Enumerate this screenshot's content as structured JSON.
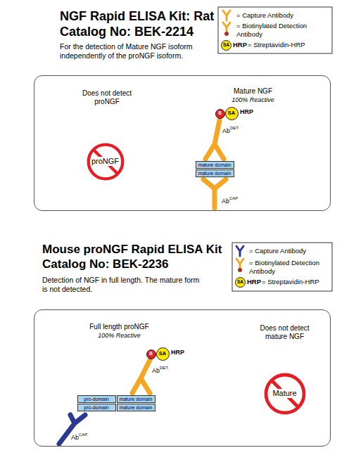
{
  "diagram": {
    "nodes": [
      {
        "text": [
          "SA"
        ]
      },
      {
        "text": [
          "Does not detect proNGF",
          "Mature NGF",
          "100% Reactive"
        ]
      },
      {
        "text": [
          "proNGF"
        ],
        "in": 1
      },
      {
        "text": [
          "B"
        ],
        "in": 1
      },
      {
        "text": [
          "SA"
        ],
        "in": 1
      },
      {
        "text": [
          "mature domain"
        ],
        "in": 1
      },
      {
        "text": [
          "mature domain"
        ],
        "in": 1
      },
      {
        "text": [
          "SA"
        ]
      },
      {
        "text": [
          "Full length proNGF",
          "100% Reactive",
          "Does not detect mature NGF"
        ]
      },
      {
        "text": [
          "B"
        ],
        "in": 8
      },
      {
        "text": [
          "SA"
        ],
        "in": 8
      },
      {
        "text": [
          "pro-domain"
        ],
        "in": 8
      },
      {
        "text": [
          "mature domain"
        ],
        "in": 8
      },
      {
        "text": [
          "pro-domain"
        ],
        "in": 8
      },
      {
        "text": [
          "mature domain"
        ],
        "in": 8
      },
      {
        "text": [
          "Mature"
        ],
        "in": 8
      }
    ],
    "labels": [
      "NGF Rapid ELISA Kit: Rat Catalog No: BEK-2214",
      "For the detection of Mature NGF isoform independently of the proNGF isoform.",
      "HRP",
      "HRP",
      "Ab",
      "DET.",
      "Ab",
      "CAP",
      "Mouse proNGF Rapid ELISA Kit Catalog No: BEK-2236",
      "Detection of NGF in full length. The mature form is not detected.",
      "HRP",
      "HRP",
      "Ab",
      "DET.",
      "Ab",
      "CAP."
    ],
    "legend": [
      {
        "text": "= Capture Antibody"
      },
      {
        "text": "= Biotinylated Detection Antibody"
      },
      {
        "text": "= Streptavidin-HRP"
      },
      {
        "text": "= Capture Antibody"
      },
      {
        "text": "= Biotinylated Detection Antibody"
      },
      {
        "text": "= Streptavidin-HRP"
      }
    ]
  }
}
